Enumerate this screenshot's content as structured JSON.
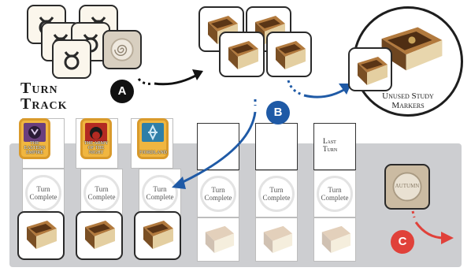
{
  "labels": {
    "a": "A",
    "b": "B",
    "c": "C"
  },
  "turn_track": {
    "line1": "Turn",
    "line2": "Track"
  },
  "unused": {
    "line1": "Unused Study",
    "line2": "Markers"
  },
  "factions": [
    {
      "name_line1": "The Eastern",
      "name_line2": "Empire",
      "flag_color": "#6a3f7e",
      "icon": "wolf-emblem-icon"
    },
    {
      "name_line1": "The Army",
      "name_line2": "of the Night",
      "flag_color": "#b32a22",
      "icon": "moon-emblem-icon"
    },
    {
      "name_line1": "Fjordland",
      "name_line2": "",
      "flag_color": "#2f7fa8",
      "icon": "knot-emblem-icon"
    }
  ],
  "last_turn": {
    "line1": "Last",
    "line2": "Turn"
  },
  "turn_complete": {
    "line1": "Turn",
    "line2": "Complete"
  },
  "season_token": {
    "label": "Autumn"
  },
  "colors": {
    "label_black": "#111111",
    "label_blue": "#1f5aa6",
    "label_red": "#e0413a",
    "arrow_blue": "#1f5aa6",
    "arrow_red": "#e0413a",
    "board_gray": "#cdced1",
    "banner_gold": "#f0b640"
  }
}
